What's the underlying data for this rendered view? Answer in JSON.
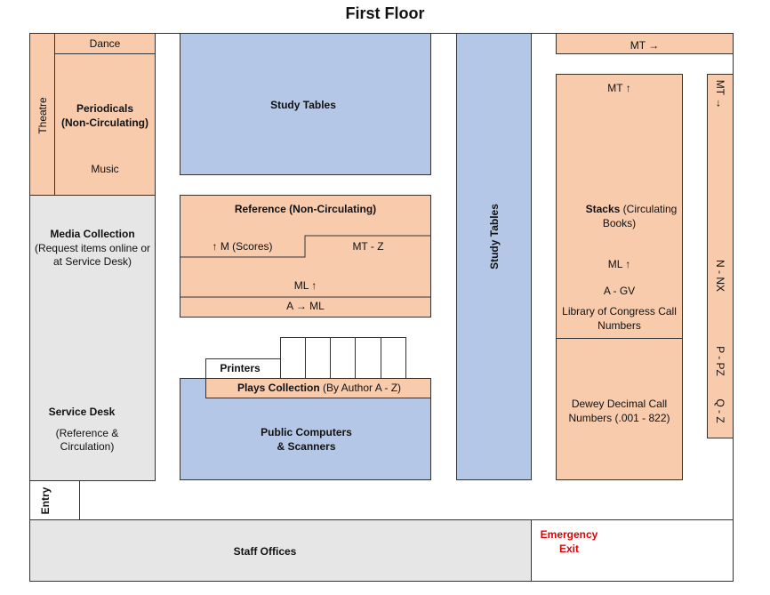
{
  "title": "First Floor",
  "left_column": {
    "theatre": "Theatre",
    "dance": "Dance",
    "periodicals_line1": "Periodicals",
    "periodicals_line2": "(Non-Circulating)",
    "music": "Music",
    "media_title": "Media Collection",
    "media_line1": "(Request items online or",
    "media_line2": "at Service Desk)",
    "service_desk": "Service Desk",
    "service_desk_line1": "(Reference &",
    "service_desk_line2": "Circulation)",
    "entry": "Entry"
  },
  "center": {
    "study_tables_top": "Study Tables",
    "reference_title": "Reference (Non-Circulating)",
    "m_scores": "↑ M (Scores)",
    "mt_z": "MT - Z",
    "ml_up": "ML ↑",
    "a_to_ml": "A → ML",
    "printers": "Printers",
    "plays_bold": "Plays Collection",
    "plays_rest": " (By Author A - Z)",
    "public_line1": "Public Computers",
    "public_line2": "& Scanners",
    "study_tables_vertical": "Study Tables"
  },
  "right": {
    "mt_right": "MT →",
    "mt_up": "MT ↑",
    "stacks_bold": "Stacks",
    "stacks_rest": " (Circulating",
    "stacks_line2": "Books)",
    "ml_up": "ML ↑",
    "a_gv": "A - GV",
    "loc_line1": "Library of Congress Call",
    "loc_line2": "Numbers",
    "dewey_line1": "Dewey Decimal Call",
    "dewey_line2": "Numbers (.001 - 822)",
    "strip_mt": "MT →",
    "strip_n_nx": "N - NX",
    "strip_p_pz": "P - PZ",
    "strip_q_z": "Q - Z"
  },
  "bottom": {
    "staff_offices": "Staff Offices",
    "emergency_line1": "Emergency",
    "emergency_line2": "Exit"
  },
  "colors": {
    "collection": "#f8cbad",
    "seating": "#b4c7e7",
    "service": "#e7e6e6",
    "emergency": "#e00000"
  }
}
